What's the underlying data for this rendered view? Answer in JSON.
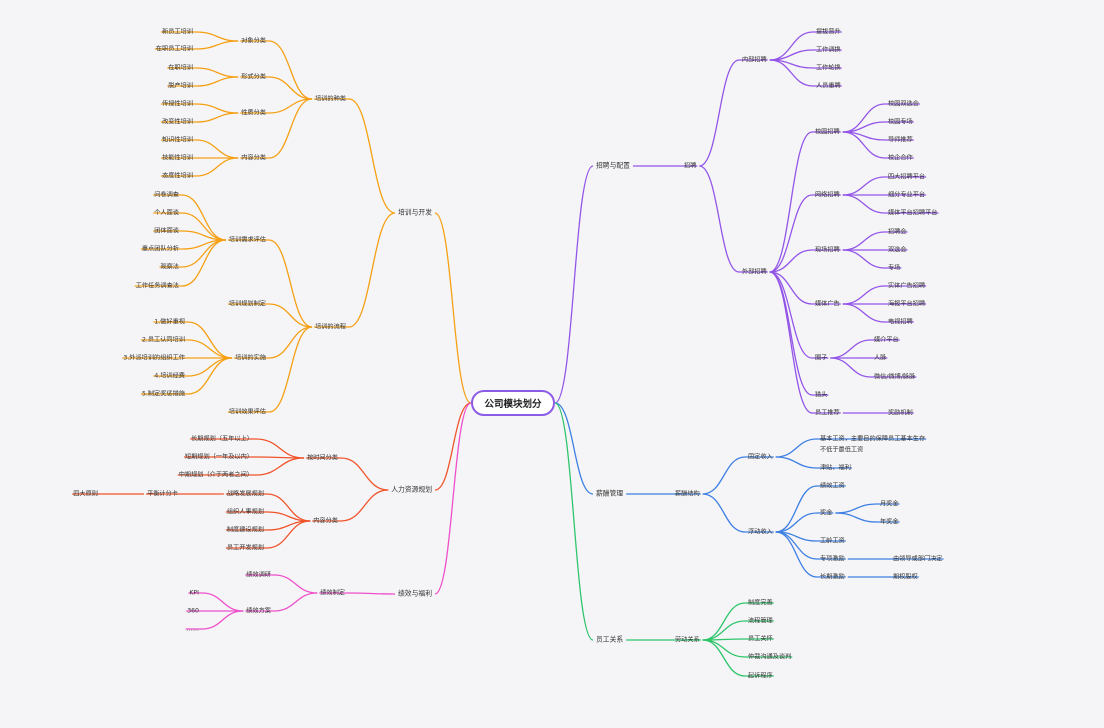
{
  "root": "公司模块划分",
  "colors": {
    "training": "#f5a014",
    "hr_planning": "#f0532a",
    "performance": "#ee4fcb",
    "recruitment": "#9355e8",
    "salary": "#3d7fe3",
    "relations": "#2fc56b",
    "background": "#f5f5f7"
  },
  "nodes": [
    {
      "id": "b_train",
      "t": "培训与开发",
      "p": "root",
      "s": "training",
      "d": "r"
    },
    {
      "id": "t_kind",
      "t": "培训的种类",
      "p": "b_train",
      "s": "training",
      "d": "r"
    },
    {
      "id": "t_obj",
      "t": "对象分类",
      "p": "t_kind",
      "s": "training",
      "d": "r"
    },
    {
      "id": "t_obj1",
      "t": "新员工培训",
      "p": "t_obj",
      "s": "training",
      "d": "r"
    },
    {
      "id": "t_obj2",
      "t": "在职员工培训",
      "p": "t_obj",
      "s": "training",
      "d": "r"
    },
    {
      "id": "t_form",
      "t": "形式分类",
      "p": "t_kind",
      "s": "training",
      "d": "r"
    },
    {
      "id": "t_form1",
      "t": "在职培训",
      "p": "t_form",
      "s": "training",
      "d": "r"
    },
    {
      "id": "t_form2",
      "t": "脱产培训",
      "p": "t_form",
      "s": "training",
      "d": "r"
    },
    {
      "id": "t_nat",
      "t": "性质分类",
      "p": "t_kind",
      "s": "training",
      "d": "r"
    },
    {
      "id": "t_nat1",
      "t": "传授性培训",
      "p": "t_nat",
      "s": "training",
      "d": "r"
    },
    {
      "id": "t_nat2",
      "t": "改变性培训",
      "p": "t_nat",
      "s": "training",
      "d": "r"
    },
    {
      "id": "t_con",
      "t": "内容分类",
      "p": "t_kind",
      "s": "training",
      "d": "r"
    },
    {
      "id": "t_con1",
      "t": "知识性培训",
      "p": "t_con",
      "s": "training",
      "d": "r"
    },
    {
      "id": "t_con2",
      "t": "技能性培训",
      "p": "t_con",
      "s": "training",
      "d": "r"
    },
    {
      "id": "t_con3",
      "t": "态度性培训",
      "p": "t_con",
      "s": "training",
      "d": "r"
    },
    {
      "id": "t_flow",
      "t": "培训的流程",
      "p": "b_train",
      "s": "training",
      "d": "r"
    },
    {
      "id": "t_need",
      "t": "培训需求评估",
      "p": "t_flow",
      "s": "training",
      "d": "r"
    },
    {
      "id": "t_need1",
      "t": "问卷调查",
      "p": "t_need",
      "s": "training",
      "d": "r"
    },
    {
      "id": "t_need2",
      "t": "个人面谈",
      "p": "t_need",
      "s": "training",
      "d": "r"
    },
    {
      "id": "t_need3",
      "t": "团体面谈",
      "p": "t_need",
      "s": "training",
      "d": "r"
    },
    {
      "id": "t_need4",
      "t": "重点团队分析",
      "p": "t_need",
      "s": "training",
      "d": "r"
    },
    {
      "id": "t_need5",
      "t": "观察法",
      "p": "t_need",
      "s": "training",
      "d": "r"
    },
    {
      "id": "t_need6",
      "t": "工作任务调查法",
      "p": "t_need",
      "s": "training",
      "d": "r"
    },
    {
      "id": "t_plan",
      "t": "培训规划制定",
      "p": "t_flow",
      "s": "training",
      "d": "r"
    },
    {
      "id": "t_impl",
      "t": "培训的实施",
      "p": "t_flow",
      "s": "training",
      "d": "r"
    },
    {
      "id": "t_impl1",
      "t": "1.做好重视",
      "p": "t_impl",
      "s": "training",
      "d": "r"
    },
    {
      "id": "t_impl2",
      "t": "2.员工认同培训",
      "p": "t_impl",
      "s": "training",
      "d": "r"
    },
    {
      "id": "t_impl3",
      "t": "3.外派培训的组织工作",
      "p": "t_impl",
      "s": "training",
      "d": "r"
    },
    {
      "id": "t_impl4",
      "t": "4.培训经费",
      "p": "t_impl",
      "s": "training",
      "d": "r"
    },
    {
      "id": "t_impl5",
      "t": "5.制定奖惩措施",
      "p": "t_impl",
      "s": "training",
      "d": "r"
    },
    {
      "id": "t_eval",
      "t": "培训效果评估",
      "p": "t_flow",
      "s": "training",
      "d": "r"
    },
    {
      "id": "b_plan",
      "t": "人力资源规划",
      "p": "root",
      "s": "hr_planning",
      "d": "r"
    },
    {
      "id": "p_time",
      "t": "按时间分类",
      "p": "b_plan",
      "s": "hr_planning",
      "d": "r"
    },
    {
      "id": "p_time1",
      "t": "长期规划（五年以上）",
      "p": "p_time",
      "s": "hr_planning",
      "d": "r"
    },
    {
      "id": "p_time2",
      "t": "短期规划（一年及以内）",
      "p": "p_time",
      "s": "hr_planning",
      "d": "r"
    },
    {
      "id": "p_time3",
      "t": "中期规划（介于两者之间）",
      "p": "p_time",
      "s": "hr_planning",
      "d": "r"
    },
    {
      "id": "p_cont",
      "t": "内容分类",
      "p": "b_plan",
      "s": "hr_planning",
      "d": "r"
    },
    {
      "id": "p_cont1",
      "t": "战略发展规划",
      "p": "p_cont",
      "s": "hr_planning",
      "d": "r"
    },
    {
      "id": "p_cont2",
      "t": "组织人事规划",
      "p": "p_cont",
      "s": "hr_planning",
      "d": "r"
    },
    {
      "id": "p_cont3",
      "t": "制度建设规划",
      "p": "p_cont",
      "s": "hr_planning",
      "d": "r"
    },
    {
      "id": "p_cont4",
      "t": "员工开发规划",
      "p": "p_cont",
      "s": "hr_planning",
      "d": "r"
    },
    {
      "id": "p_bsc",
      "t": "平衡计分卡",
      "p": "p_cont1",
      "s": "hr_planning",
      "d": "r"
    },
    {
      "id": "p_four",
      "t": "四大原则",
      "p": "p_bsc",
      "s": "hr_planning",
      "d": "r"
    },
    {
      "id": "b_perf",
      "t": "绩效与福利",
      "p": "root",
      "s": "performance",
      "d": "r"
    },
    {
      "id": "f_make",
      "t": "绩效制定",
      "p": "b_perf",
      "s": "performance",
      "d": "r"
    },
    {
      "id": "f_res",
      "t": "绩效调研",
      "p": "f_make",
      "s": "performance",
      "d": "r"
    },
    {
      "id": "f_plan",
      "t": "绩效方案",
      "p": "f_make",
      "s": "performance",
      "d": "r"
    },
    {
      "id": "f_kpi",
      "t": "KPI",
      "p": "f_plan",
      "s": "performance",
      "d": "r"
    },
    {
      "id": "f_360",
      "t": "360",
      "p": "f_plan",
      "s": "performance",
      "d": "r"
    },
    {
      "id": "f_etc",
      "t": "……",
      "p": "f_plan",
      "s": "performance",
      "d": "r"
    },
    {
      "id": "b_rec",
      "t": "招聘与配置",
      "p": "root",
      "s": "recruitment",
      "d": "l"
    },
    {
      "id": "r_rec",
      "t": "招聘",
      "p": "b_rec",
      "s": "recruitment",
      "d": "l"
    },
    {
      "id": "r_in",
      "t": "内部招聘",
      "p": "r_rec",
      "s": "recruitment",
      "d": "l"
    },
    {
      "id": "r_in1",
      "t": "提拔晋升",
      "p": "r_in",
      "s": "recruitment",
      "d": "l"
    },
    {
      "id": "r_in2",
      "t": "工作调换",
      "p": "r_in",
      "s": "recruitment",
      "d": "l"
    },
    {
      "id": "r_in3",
      "t": "工作轮换",
      "p": "r_in",
      "s": "recruitment",
      "d": "l"
    },
    {
      "id": "r_in4",
      "t": "人员重聘",
      "p": "r_in",
      "s": "recruitment",
      "d": "l"
    },
    {
      "id": "r_out",
      "t": "外部招聘",
      "p": "r_rec",
      "s": "recruitment",
      "d": "l"
    },
    {
      "id": "r_camp",
      "t": "校园招聘",
      "p": "r_out",
      "s": "recruitment",
      "d": "l"
    },
    {
      "id": "r_camp1",
      "t": "校园双选会",
      "p": "r_camp",
      "s": "recruitment",
      "d": "l"
    },
    {
      "id": "r_camp2",
      "t": "校园专场",
      "p": "r_camp",
      "s": "recruitment",
      "d": "l"
    },
    {
      "id": "r_camp3",
      "t": "导师推荐",
      "p": "r_camp",
      "s": "recruitment",
      "d": "l"
    },
    {
      "id": "r_camp4",
      "t": "校企合作",
      "p": "r_camp",
      "s": "recruitment",
      "d": "l"
    },
    {
      "id": "r_net",
      "t": "网络招聘",
      "p": "r_out",
      "s": "recruitment",
      "d": "l"
    },
    {
      "id": "r_net1",
      "t": "四大招聘平台",
      "p": "r_net",
      "s": "recruitment",
      "d": "l"
    },
    {
      "id": "r_net2",
      "t": "细分专业平台",
      "p": "r_net",
      "s": "recruitment",
      "d": "l"
    },
    {
      "id": "r_net3",
      "t": "媒体平台招聘平台",
      "p": "r_net",
      "s": "recruitment",
      "d": "l"
    },
    {
      "id": "r_site",
      "t": "现场招聘",
      "p": "r_out",
      "s": "recruitment",
      "d": "l"
    },
    {
      "id": "r_site1",
      "t": "招聘会",
      "p": "r_site",
      "s": "recruitment",
      "d": "l"
    },
    {
      "id": "r_site2",
      "t": "双选会",
      "p": "r_site",
      "s": "recruitment",
      "d": "l"
    },
    {
      "id": "r_site3",
      "t": "专场",
      "p": "r_site",
      "s": "recruitment",
      "d": "l"
    },
    {
      "id": "r_media",
      "t": "媒体广告",
      "p": "r_out",
      "s": "recruitment",
      "d": "l"
    },
    {
      "id": "r_media1",
      "t": "实体广告招聘",
      "p": "r_media",
      "s": "recruitment",
      "d": "l"
    },
    {
      "id": "r_media2",
      "t": "海报平台招聘",
      "p": "r_media",
      "s": "recruitment",
      "d": "l"
    },
    {
      "id": "r_media3",
      "t": "电视招聘",
      "p": "r_media",
      "s": "recruitment",
      "d": "l"
    },
    {
      "id": "r_circle",
      "t": "圈子",
      "p": "r_out",
      "s": "recruitment",
      "d": "l"
    },
    {
      "id": "r_circle1",
      "t": "媒介平台",
      "p": "r_circle",
      "s": "recruitment",
      "d": "l"
    },
    {
      "id": "r_circle2",
      "t": "人脉",
      "p": "r_circle",
      "s": "recruitment",
      "d": "l"
    },
    {
      "id": "r_circle3",
      "t": "微信/微博/脉脉",
      "p": "r_circle",
      "s": "recruitment",
      "d": "l"
    },
    {
      "id": "r_head",
      "t": "猎头",
      "p": "r_out",
      "s": "recruitment",
      "d": "l"
    },
    {
      "id": "r_ref",
      "t": "员工推荐",
      "p": "r_out",
      "s": "recruitment",
      "d": "l"
    },
    {
      "id": "r_ref1",
      "t": "奖励机制",
      "p": "r_ref",
      "s": "recruitment",
      "d": "l"
    },
    {
      "id": "b_sal",
      "t": "薪酬管理",
      "p": "root",
      "s": "salary",
      "d": "l"
    },
    {
      "id": "s_str",
      "t": "薪酬结构",
      "p": "b_sal",
      "s": "salary",
      "d": "l"
    },
    {
      "id": "s_fix",
      "t": "固定收入",
      "p": "s_str",
      "s": "salary",
      "d": "l"
    },
    {
      "id": "s_fix1a",
      "t": "基本工资，主要目的保障员工基本生存",
      "p": "s_fix",
      "s": "salary",
      "d": "l"
    },
    {
      "id": "s_fix1b",
      "t": "不低于最低工资",
      "p": "s_fix",
      "s": "salary",
      "d": "l",
      "noline": true
    },
    {
      "id": "s_fix2",
      "t": "津贴、福利",
      "p": "s_fix",
      "s": "salary",
      "d": "l"
    },
    {
      "id": "s_flo",
      "t": "浮动收入",
      "p": "s_str",
      "s": "salary",
      "d": "l"
    },
    {
      "id": "s_flo1",
      "t": "绩效工资",
      "p": "s_flo",
      "s": "salary",
      "d": "l"
    },
    {
      "id": "s_bonus",
      "t": "奖金",
      "p": "s_flo",
      "s": "salary",
      "d": "l"
    },
    {
      "id": "s_bonus1",
      "t": "月奖金",
      "p": "s_bonus",
      "s": "salary",
      "d": "l"
    },
    {
      "id": "s_bonus2",
      "t": "年奖金",
      "p": "s_bonus",
      "s": "salary",
      "d": "l"
    },
    {
      "id": "s_flo3",
      "t": "工龄工资",
      "p": "s_flo",
      "s": "salary",
      "d": "l"
    },
    {
      "id": "s_proj",
      "t": "专项激励",
      "p": "s_flo",
      "s": "salary",
      "d": "l"
    },
    {
      "id": "s_proj1",
      "t": "由领导或部门决定",
      "p": "s_proj",
      "s": "salary",
      "d": "l"
    },
    {
      "id": "s_long",
      "t": "长期激励",
      "p": "s_flo",
      "s": "salary",
      "d": "l"
    },
    {
      "id": "s_long1",
      "t": "期权股权",
      "p": "s_long",
      "s": "salary",
      "d": "l"
    },
    {
      "id": "b_rel",
      "t": "员工关系",
      "p": "root",
      "s": "relations",
      "d": "l"
    },
    {
      "id": "e_lab",
      "t": "劳动关系",
      "p": "b_rel",
      "s": "relations",
      "d": "l"
    },
    {
      "id": "e_lab1",
      "t": "制度完善",
      "p": "e_lab",
      "s": "relations",
      "d": "l"
    },
    {
      "id": "e_lab2",
      "t": "流程管理",
      "p": "e_lab",
      "s": "relations",
      "d": "l"
    },
    {
      "id": "e_lab3",
      "t": "员工关怀",
      "p": "e_lab",
      "s": "relations",
      "d": "l"
    },
    {
      "id": "e_lab4",
      "t": "仲裁沟通及谈判",
      "p": "e_lab",
      "s": "relations",
      "d": "l"
    },
    {
      "id": "e_lab5",
      "t": "起诉程序",
      "p": "e_lab",
      "s": "relations",
      "d": "l"
    }
  ]
}
